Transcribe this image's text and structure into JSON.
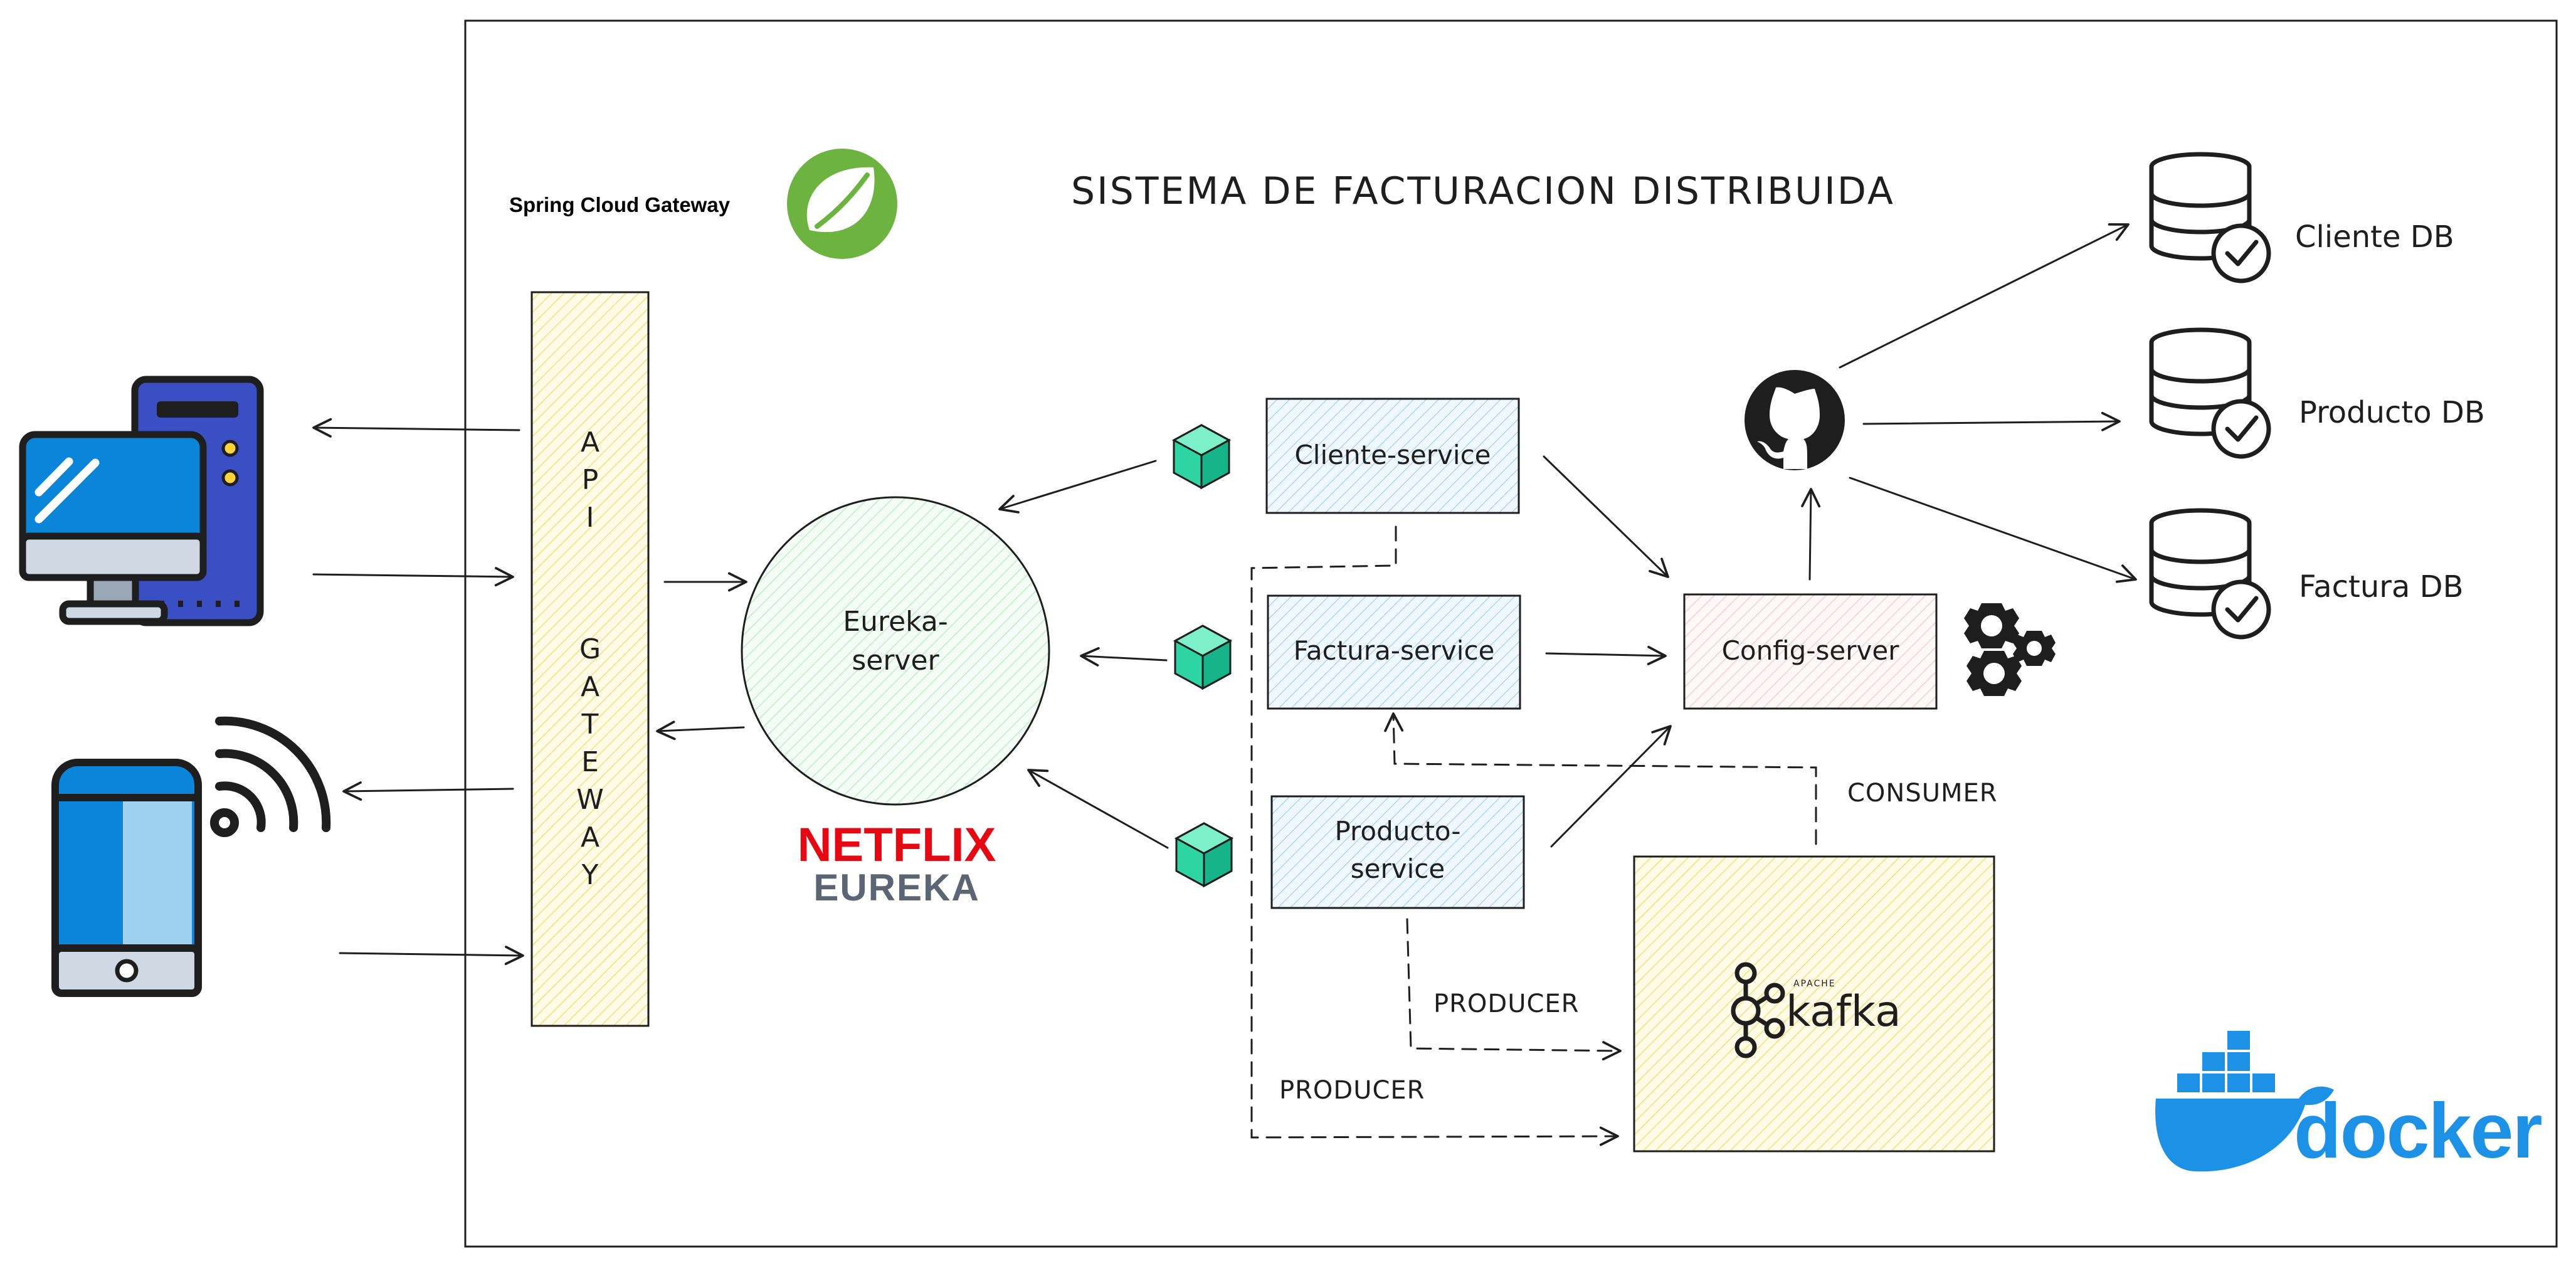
{
  "title": "SISTEMA DE FACTURACION DISTRIBUIDA",
  "gateway": {
    "caption": "Spring Cloud Gateway",
    "label_letters": [
      "A",
      "P",
      "I",
      "",
      "G",
      "A",
      "T",
      "E",
      "W",
      "A",
      "Y"
    ]
  },
  "eureka": {
    "node_lines": [
      "Eureka-",
      "server"
    ],
    "logo_top": "NETFLIX",
    "logo_bottom": "EUREKA"
  },
  "services": {
    "cliente": "Cliente-service",
    "factura": "Factura-service",
    "producto_lines": [
      "Producto-",
      "service"
    ]
  },
  "config_server": "Config-server",
  "databases": [
    "Cliente DB",
    "Producto DB",
    "Factura DB"
  ],
  "kafka": {
    "brand_small": "APACHE",
    "brand": "kafka"
  },
  "edge_labels": {
    "consumer": "CONSUMER",
    "producer_1": "PRODUCER",
    "producer_2": "PRODUCER"
  },
  "docker": "docker",
  "colors": {
    "consumer": "#1971c2",
    "producer": "#e03131",
    "netflix": "#e50914",
    "eureka_grey": "#5b6573",
    "gateway_fill": "#fff3bf",
    "service_fill": "#d0ebff",
    "eureka_fill": "#d3f9d8",
    "config_fill": "#ffe3e3",
    "kafka_fill": "#fff9db",
    "docker_blue": "#1d91e6",
    "spring_green": "#6db33f",
    "cube_green": "#38d9a9"
  },
  "icons": [
    "desktop-computer-icon",
    "mobile-phone-icon",
    "wifi-signal-icon",
    "spring-leaf-icon",
    "cube-icon",
    "github-icon",
    "gears-icon",
    "database-check-icon",
    "kafka-icon",
    "docker-whale-icon"
  ]
}
